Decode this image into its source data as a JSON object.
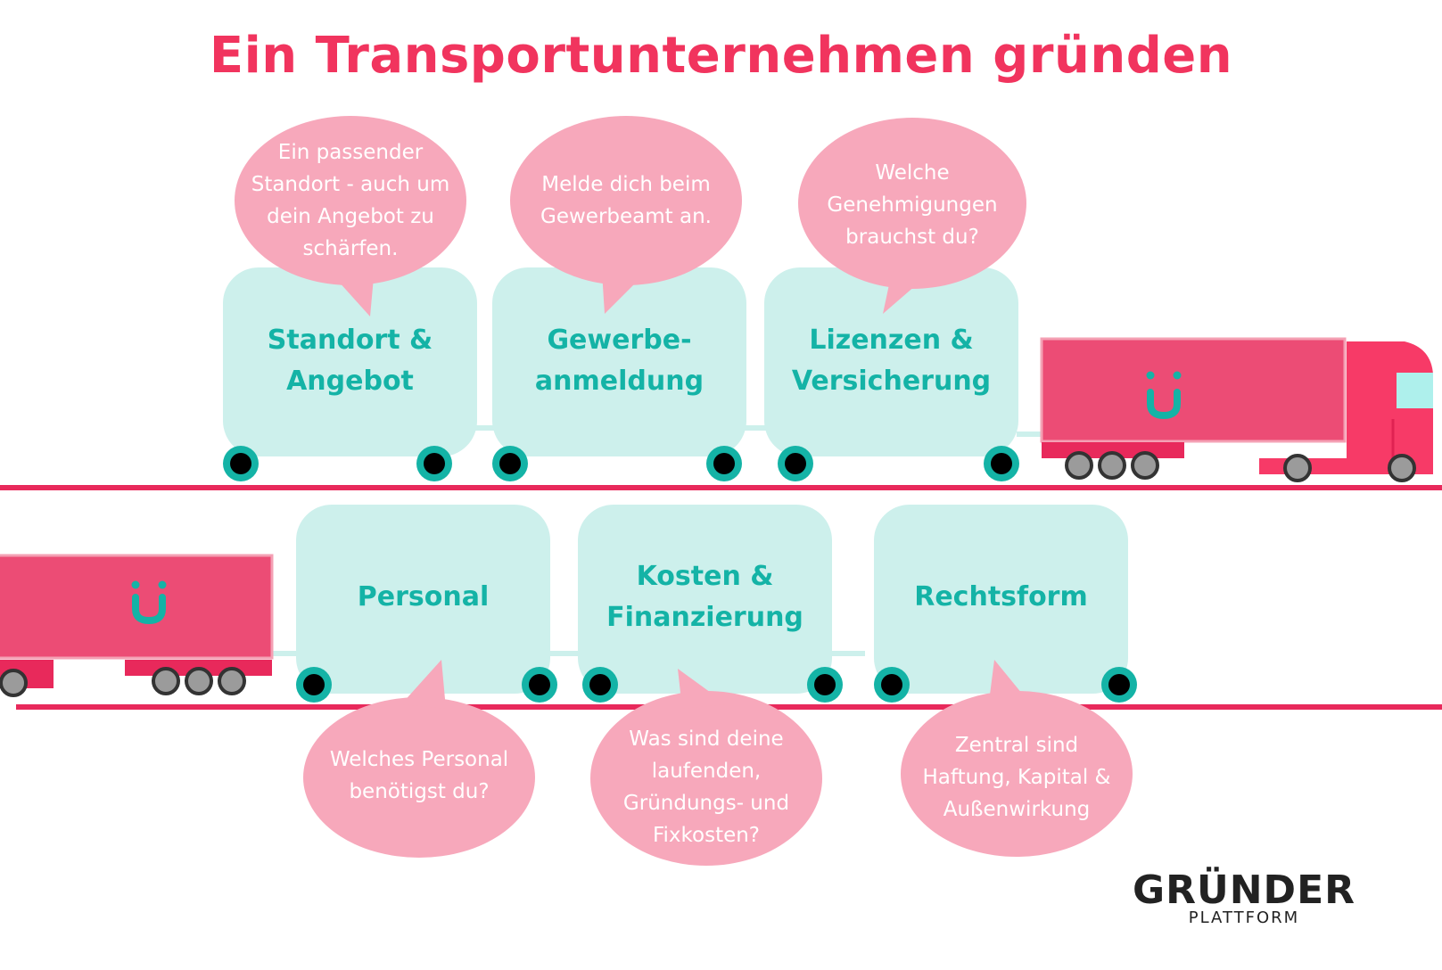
{
  "title": "Ein Transportunternehmen gründen",
  "colors": {
    "title": "#f1345e",
    "truck": "#ec4c75",
    "track": "#e8295b",
    "car": "#cdf0ec",
    "label": "#14b3a6",
    "bubble": "#f7a8bb",
    "wheel_rim": "#14b3a6",
    "wheel_hub": "#000000"
  },
  "top_row": {
    "cars": [
      {
        "label": "Standort &\nAngebot",
        "bubble": "Ein passender\nStandort - auch um\ndein Angebot zu\nschärfen."
      },
      {
        "label": "Gewerbe-\nanmeldung",
        "bubble": "Melde dich beim\nGewerbeamt an."
      },
      {
        "label": "Lizenzen &\nVersicherung",
        "bubble": "Welche\nGenehmigungen\nbrauchst du?"
      }
    ]
  },
  "bottom_row": {
    "cars": [
      {
        "label": "Personal",
        "bubble": "Welches Personal\nbenötigst du?"
      },
      {
        "label": "Kosten &\nFinanzierung",
        "bubble": "Was sind deine\nlaufenden,\nGründungs- und\nFixkosten?"
      },
      {
        "label": "Rechtsform",
        "bubble": "Zentral sind\nHaftung, Kapital &\nAußenwirkung"
      }
    ]
  },
  "truck_icon": "smiley-u-icon",
  "logo": {
    "main": "GRÜNDER",
    "sub": "PLATTFORM",
    "dot_colors": [
      "#f1345e",
      "#14b3a6"
    ]
  }
}
